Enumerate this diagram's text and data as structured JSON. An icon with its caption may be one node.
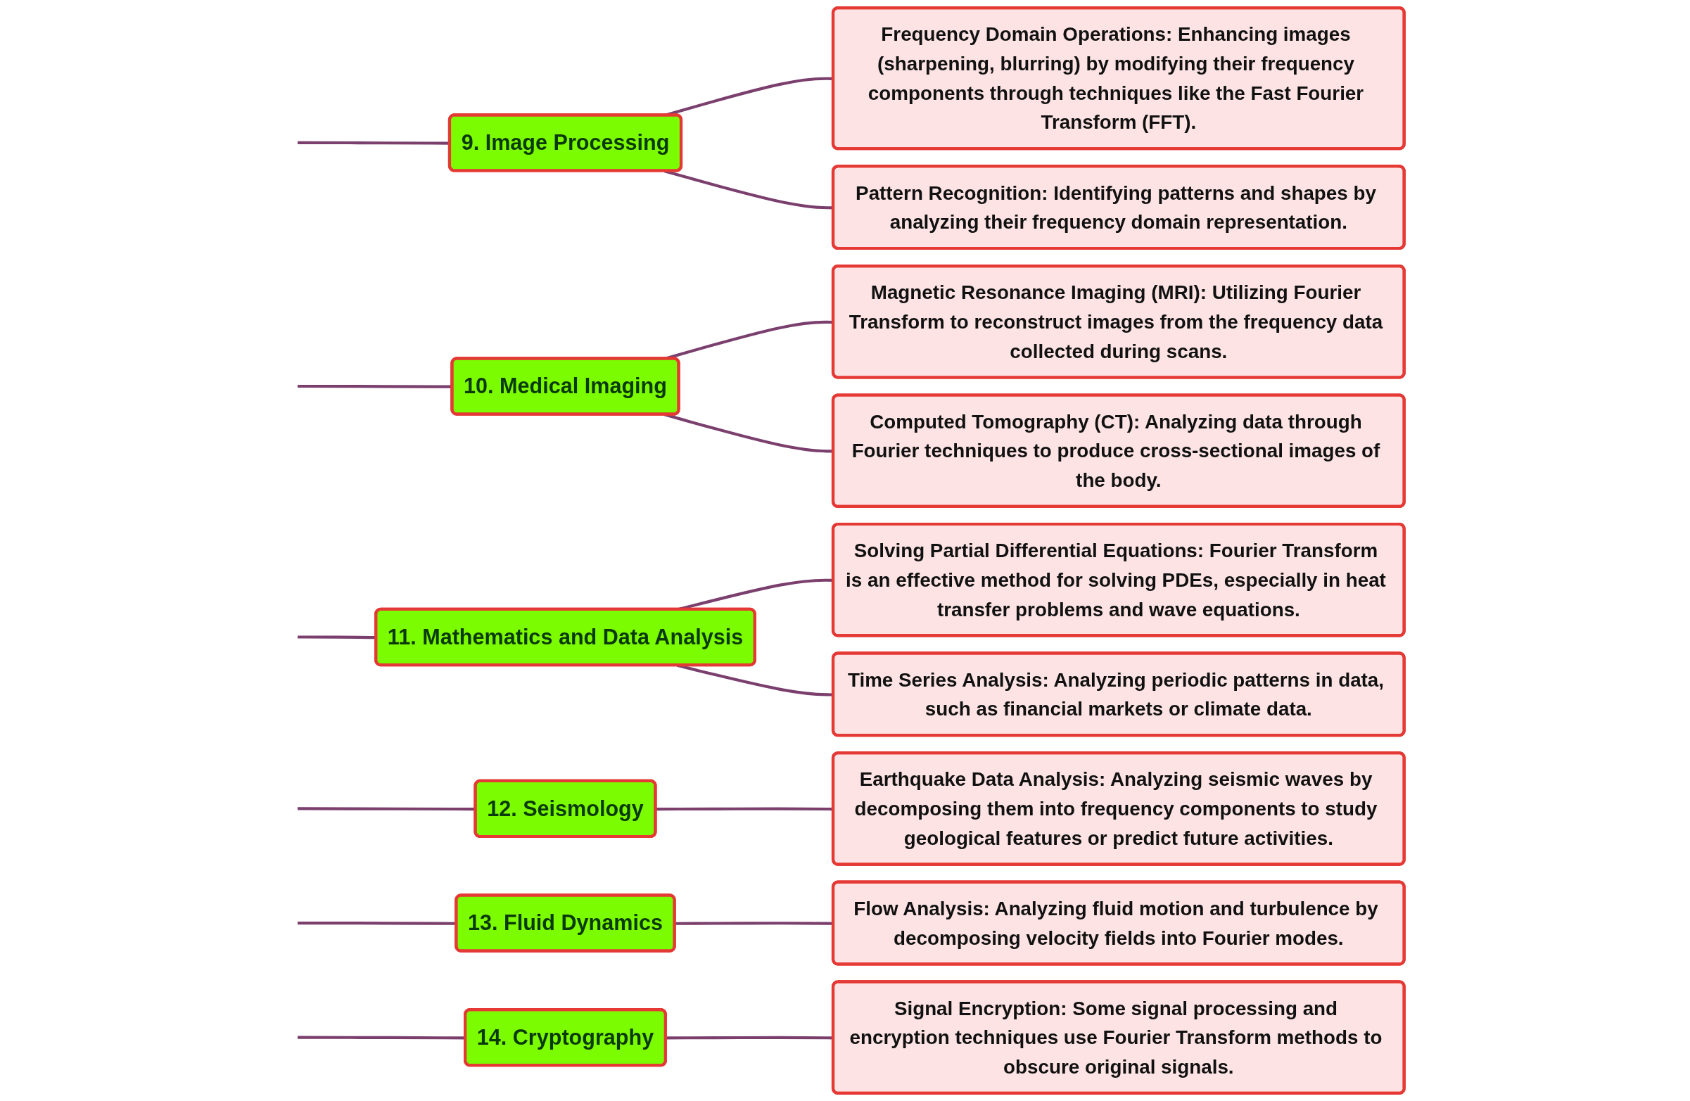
{
  "diagram": {
    "nodes": [
      {
        "text": [
          "9. Image Processing"
        ]
      },
      {
        "text": [
          "Frequency Domain Operations: Enhancing images (sharpening, blurring) by modifying their frequency components through techniques like the Fast Fourier Transform (FFT)."
        ]
      },
      {
        "text": [
          "Pattern Recognition: Identifying patterns and shapes by analyzing their frequency domain representation."
        ]
      },
      {
        "text": [
          "10. Medical Imaging"
        ]
      },
      {
        "text": [
          "Magnetic Resonance Imaging (MRI): Utilizing Fourier Transform to reconstruct images from the frequency data collected during scans."
        ]
      },
      {
        "text": [
          "Computed Tomography (CT): Analyzing data through Fourier techniques to produce cross-sectional images of the body."
        ]
      },
      {
        "text": [
          "11. Mathematics and Data Analysis"
        ]
      },
      {
        "text": [
          "Solving Partial Differential Equations: Fourier Transform is an effective method for solving PDEs, especially in heat transfer problems and wave equations."
        ]
      },
      {
        "text": [
          "Time Series Analysis: Analyzing periodic patterns in data, such as financial markets or climate data."
        ]
      },
      {
        "text": [
          "12. Seismology"
        ]
      },
      {
        "text": [
          "Earthquake Data Analysis: Analyzing seismic waves by decomposing them into frequency components to study geological features or predict future activities."
        ]
      },
      {
        "text": [
          "13. Fluid Dynamics"
        ]
      },
      {
        "text": [
          "Flow Analysis: Analyzing fluid motion and turbulence by decomposing velocity fields into Fourier modes."
        ]
      },
      {
        "text": [
          "14. Cryptography"
        ]
      },
      {
        "text": [
          "Signal Encryption: Some signal processing and encryption techniques use Fourier Transform methods to obscure original signals."
        ]
      }
    ],
    "edges": [
      {
        "from": null,
        "to": 0,
        "arrow": "none"
      },
      {
        "from": 0,
        "to": 1,
        "arrow": "none"
      },
      {
        "from": 0,
        "to": 2,
        "arrow": "none"
      },
      {
        "from": null,
        "to": 3,
        "arrow": "none"
      },
      {
        "from": 3,
        "to": 4,
        "arrow": "none"
      },
      {
        "from": 3,
        "to": 5,
        "arrow": "none"
      },
      {
        "from": null,
        "to": 6,
        "arrow": "none"
      },
      {
        "from": 6,
        "to": 7,
        "arrow": "none"
      },
      {
        "from": 6,
        "to": 8,
        "arrow": "none"
      },
      {
        "from": null,
        "to": 9,
        "arrow": "none"
      },
      {
        "from": 9,
        "to": 10,
        "arrow": "none"
      },
      {
        "from": null,
        "to": 11,
        "arrow": "none"
      },
      {
        "from": 11,
        "to": 12,
        "arrow": "none"
      },
      {
        "from": null,
        "to": 13,
        "arrow": "none"
      },
      {
        "from": 13,
        "to": 14,
        "arrow": "none"
      }
    ]
  }
}
